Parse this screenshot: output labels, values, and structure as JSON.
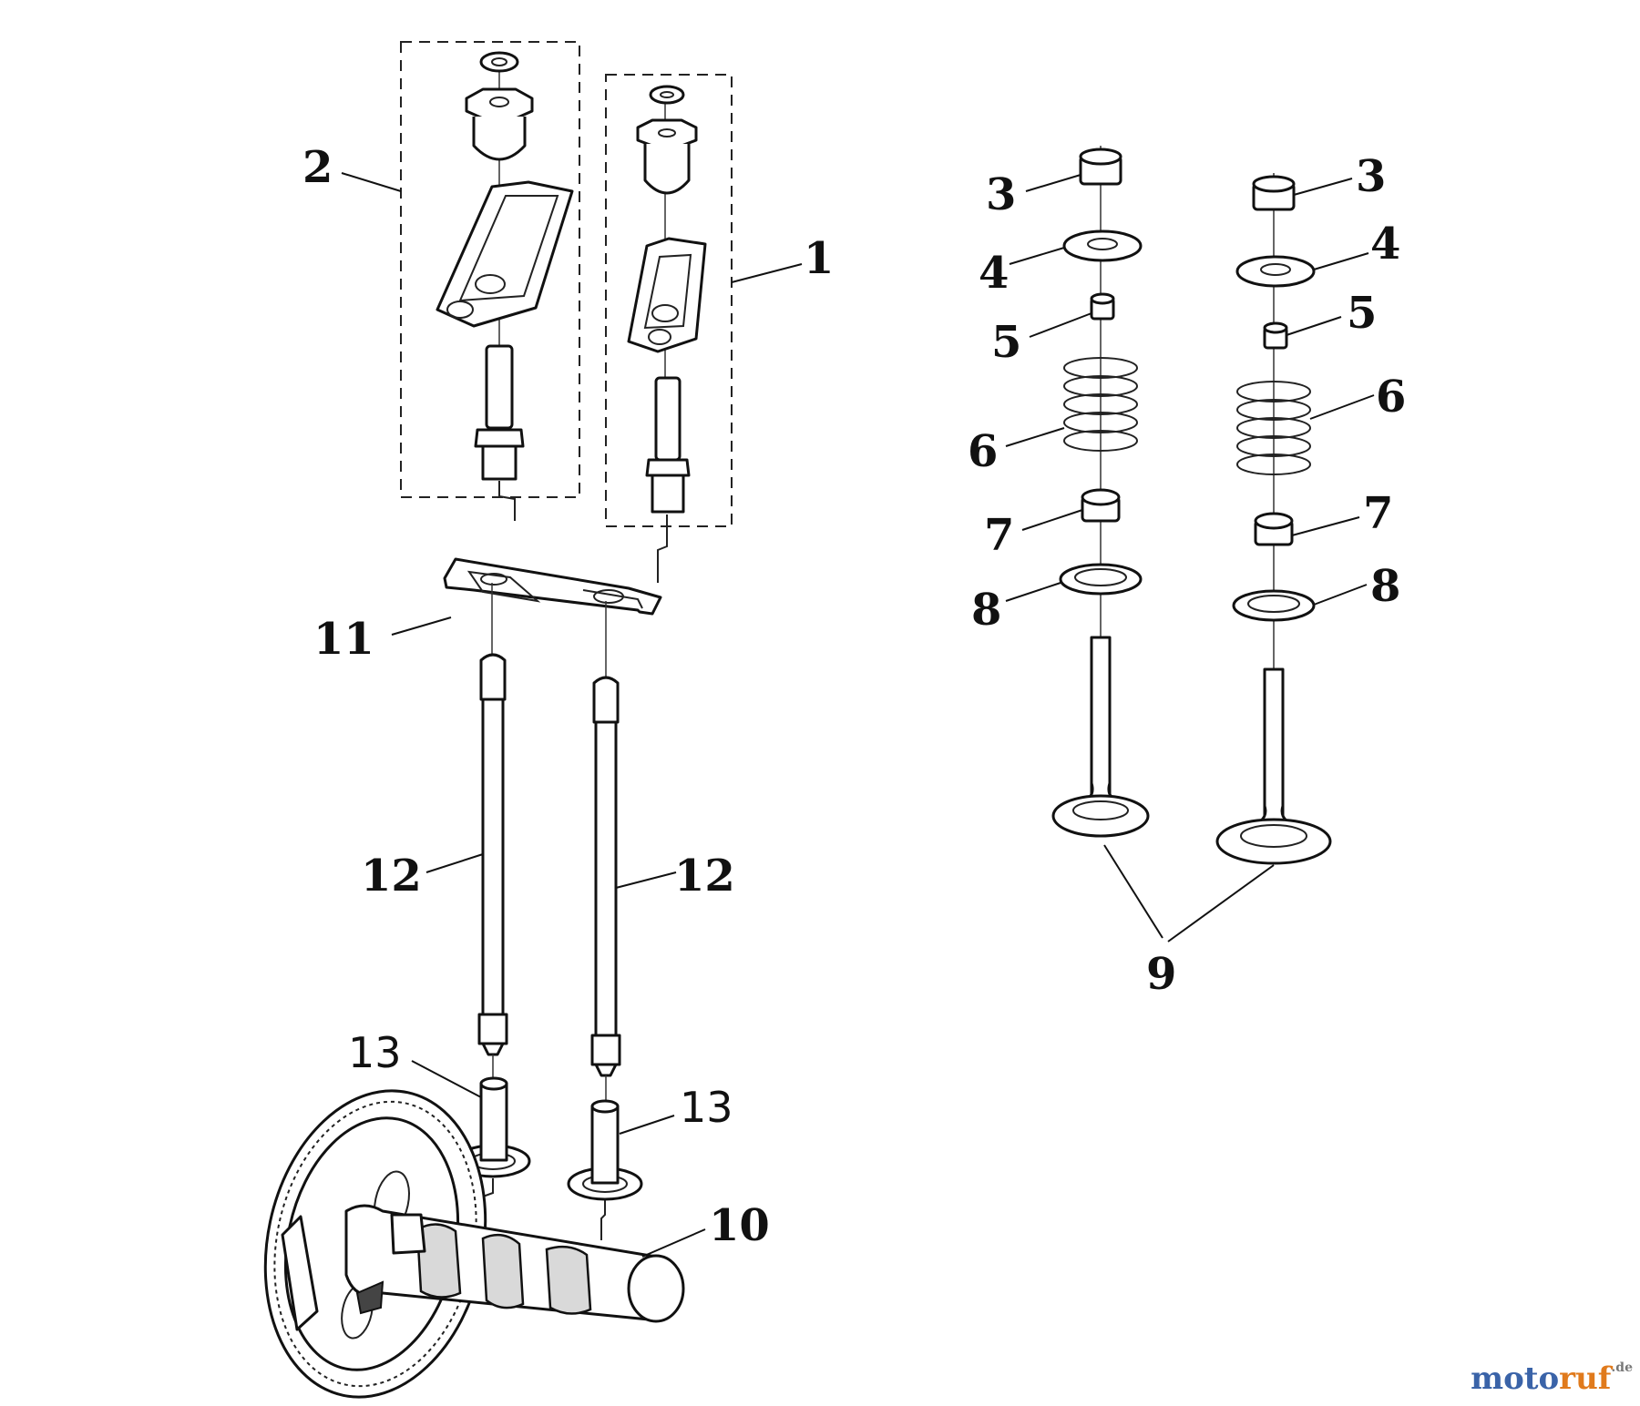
{
  "callouts": {
    "c1": "1",
    "c2": "2",
    "c3a": "3",
    "c3b": "3",
    "c4a": "4",
    "c4b": "4",
    "c5a": "5",
    "c5b": "5",
    "c6a": "6",
    "c6b": "6",
    "c7a": "7",
    "c7b": "7",
    "c8a": "8",
    "c8b": "8",
    "c9": "9",
    "c10": "10",
    "c11": "11",
    "c12a": "12",
    "c12b": "12",
    "c13a": "13",
    "c13b": "13"
  },
  "watermark": {
    "part1": "moto",
    "part2": "ruf",
    "part3": ".de"
  }
}
